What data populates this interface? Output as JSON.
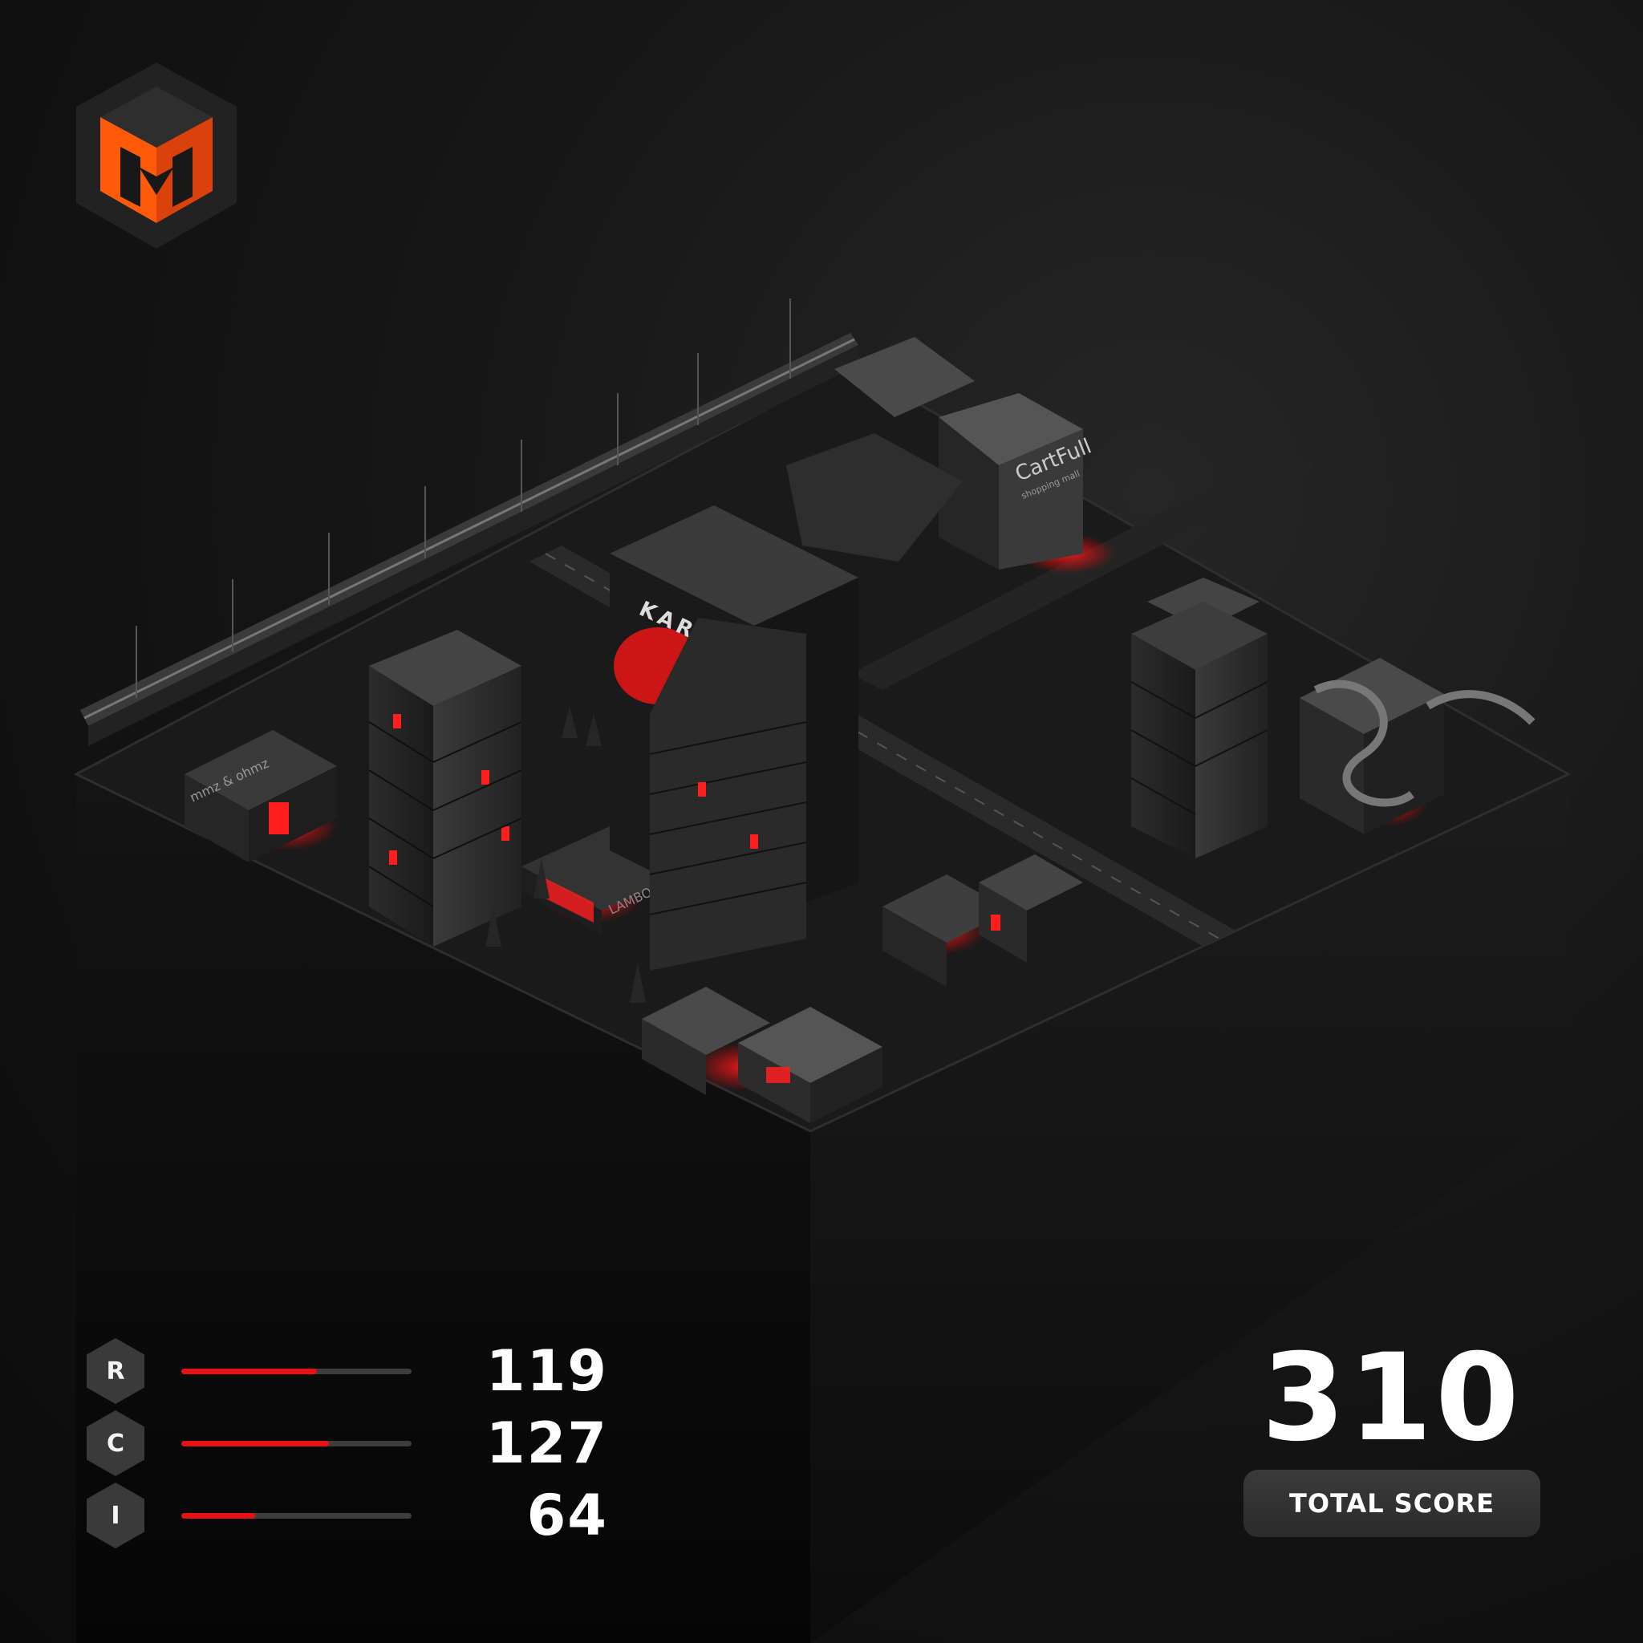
{
  "colors": {
    "accent_red": "#e81212",
    "logo_orange": "#ff5a0a",
    "background": "#141414"
  },
  "city_signs": {
    "tower": "KARAFU",
    "mall": "CartFull",
    "mall_sub": "shopping mall",
    "garage": "LAMBO",
    "shop": "mmz & ohmz"
  },
  "stats": [
    {
      "key": "R",
      "value": "119",
      "level": 0.59
    },
    {
      "key": "C",
      "value": "127",
      "level": 0.64
    },
    {
      "key": "I",
      "value": "64",
      "level": 0.32
    }
  ],
  "total": {
    "value": "310",
    "label": "TOTAL SCORE"
  }
}
